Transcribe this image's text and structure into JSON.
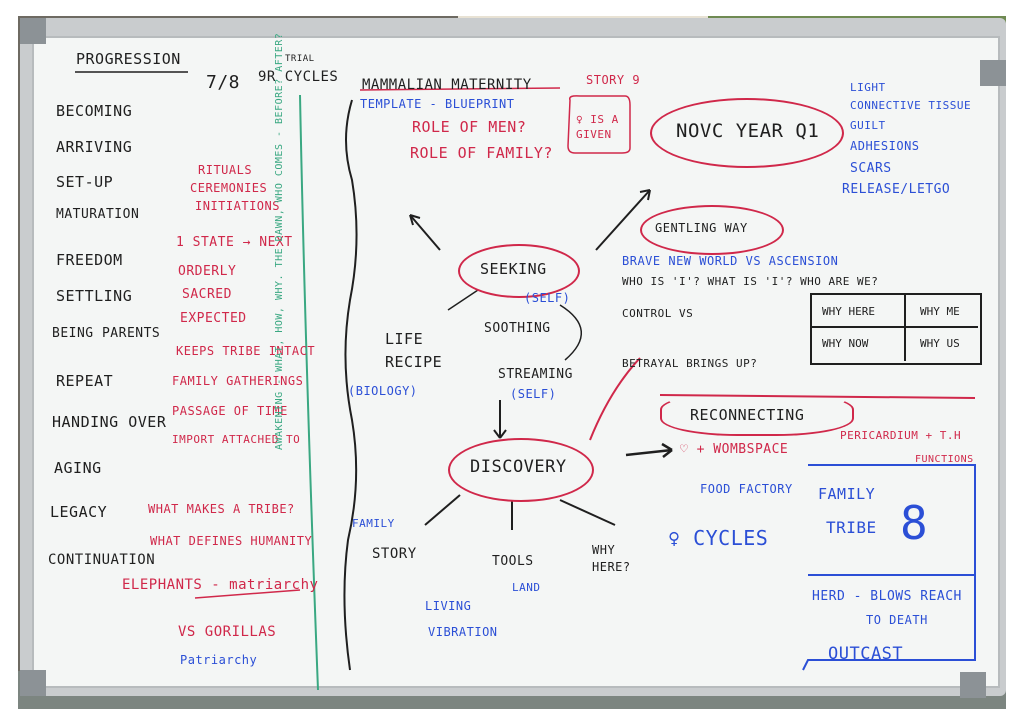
{
  "left_column": {
    "title": "PROGRESSION",
    "items": [
      "BECOMING",
      "ARRIVING",
      "SET-UP",
      "MATURATION",
      "FREEDOM",
      "SETTLING",
      "BEING PARENTS",
      "REPEAT",
      "HANDING OVER",
      "AGING",
      "LEGACY",
      "CONTINUATION"
    ]
  },
  "cycles": {
    "prefix": "7/8",
    "small": "TRIAL",
    "text": "9R CYCLES"
  },
  "red_list": [
    "RITUALS",
    "CEREMONIES",
    "INITIATIONS",
    "1 STATE → NEXT",
    "ORDERLY",
    "SACRED",
    "EXPECTED",
    "KEEPS TRIBE INTACT",
    "FAMILY GATHERINGS",
    "PASSAGE OF TIME",
    "IMPORT ATTACHED TO"
  ],
  "bottom_left": [
    "WHAT MAKES A TRIBE?",
    "WHAT DEFINES HUMANITY",
    "ELEPHANTS - matriarchy",
    "VS GORILLAS"
  ],
  "patriarchy": "Patriarchy",
  "vertical_green": "AWAKENING - WHAT, HOW, WHY. THE DAWN, WHO COMES - BEFORE? AFTER?",
  "vertical_green_short": "BEFORE? AFTER?",
  "top_center": {
    "line1": "MAMMALIAN MATERNITY",
    "line2": "TEMPLATE - BLUEPRINT",
    "line3": "ROLE OF MEN?",
    "line4": "ROLE OF FAMILY?"
  },
  "story": {
    "label": "STORY 9",
    "note": "♀ IS A GIVEN"
  },
  "center": {
    "seeking": "SEEKING",
    "self1": "(SELF)",
    "soothing": "SOOTHING",
    "streaming": "STREAMING",
    "self2": "(SELF)",
    "life_recipe": "LIFE RECIPE",
    "biology": "(BIOLOGY)",
    "discovery": "DISCOVERY"
  },
  "branches": {
    "family": "FAMILY",
    "story": "STORY",
    "tools": "TOOLS",
    "land": "LAND",
    "why_here": "WHY HERE?",
    "living": "LIVING",
    "vibration": "VIBRATION"
  },
  "right": {
    "novc": "NOVC YEAR Q1",
    "light_list": [
      "LIGHT",
      "CONNECTIVE TISSUE",
      "GUILT",
      "ADHESIONS",
      "SCARS",
      "RELEASE/LETGO"
    ],
    "gentle": "GENTLING WAY",
    "brave": "BRAVE NEW WORLD VS ASCENSION",
    "who": "WHO IS 'I'? WHAT IS 'I'? WHO ARE WE?",
    "control": "CONTROL VS",
    "betrayal": "BETRAYAL BRINGS UP?",
    "table": [
      [
        "WHY HERE",
        "WHY ME"
      ],
      [
        "WHY NOW",
        "WHY US"
      ]
    ],
    "reconnecting": "RECONNECTING",
    "heart_line": "♡ + WOMBSPACE",
    "pericardium": "PERICARDIUM + T.H",
    "functions": "FUNCTIONS",
    "food": "FOOD FACTORY",
    "cycles": "♀ CYCLES",
    "family_tribe": [
      "FAMILY",
      "TRIBE"
    ],
    "eight": "8",
    "herd": [
      "HERD - BLOWS REACH",
      "TO DEATH",
      "OUTCAST"
    ]
  },
  "colors": {
    "black": "#1f1f1f",
    "red": "#d0284a",
    "blue": "#2b4fd6",
    "green": "#3aa882",
    "board": "#f4f6f5"
  }
}
